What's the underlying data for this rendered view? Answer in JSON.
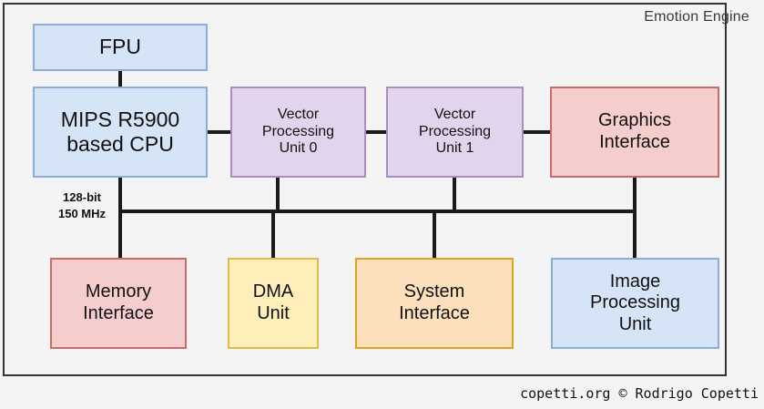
{
  "diagram": {
    "title": "Emotion Engine",
    "bus_caption": "128-bit\n150 MHz",
    "footer": "copetti.org © Rodrigo Copetti",
    "blocks": {
      "fpu": "FPU",
      "cpu": "MIPS R5900\nbased CPU",
      "vpu0": "Vector\nProcessing\nUnit 0",
      "vpu1": "Vector\nProcessing\nUnit 1",
      "graphics_interface": "Graphics\nInterface",
      "memory_interface": "Memory\nInterface",
      "dma_unit": "DMA\nUnit",
      "system_interface": "System\nInterface",
      "image_processing_unit": "Image\nProcessing\nUnit"
    },
    "colors": {
      "background": "#f4f4f4",
      "frame": "#333333",
      "blue_fill": "#d6e4f7",
      "blue_stroke": "#8aaed8",
      "purple_fill": "#e2d4ec",
      "purple_stroke": "#a98cc0",
      "red_fill": "#f6cdcd",
      "red_stroke": "#cc6a6a",
      "yellow_fill": "#fdeeba",
      "yellow_stroke": "#e0bb45",
      "orange_fill": "#fcdfbb",
      "orange_stroke": "#e0a020",
      "line": "#1a1a1a"
    }
  }
}
